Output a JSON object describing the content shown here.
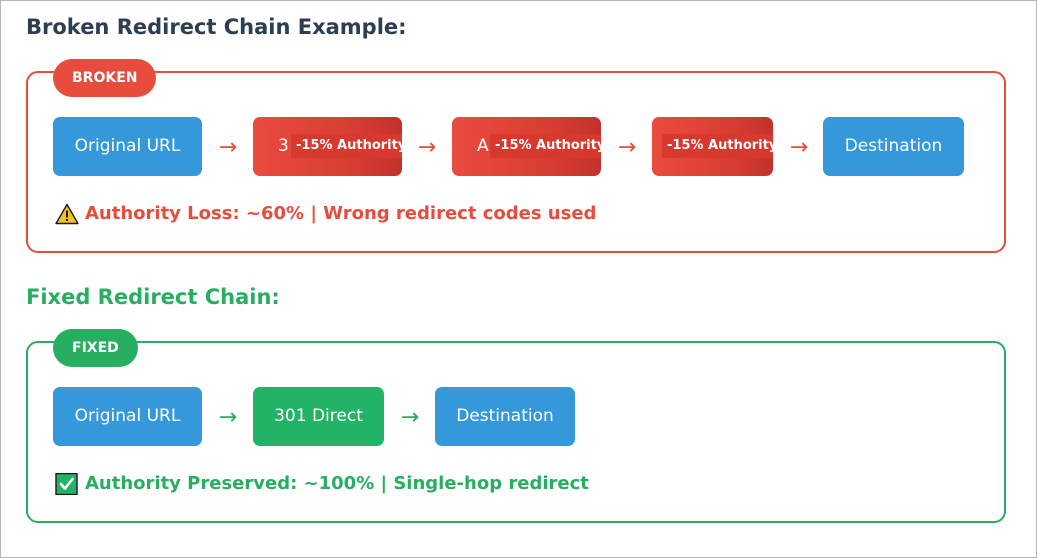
{
  "broken": {
    "heading": "Broken Redirect Chain Example:",
    "pill": "BROKEN",
    "nodes": [
      {
        "label": "Original URL"
      },
      {
        "label": "3",
        "badge": "-15% Authority"
      },
      {
        "label": "A",
        "badge": "-15% Authority"
      },
      {
        "label": "",
        "badge": "-15% Authority"
      },
      {
        "label": "Destination"
      }
    ],
    "arrow": "→",
    "status": "Authority Loss: ~60% | Wrong redirect codes used",
    "status_icon": "warning-icon"
  },
  "fixed": {
    "heading": "Fixed Redirect Chain:",
    "pill": "FIXED",
    "nodes": [
      {
        "label": "Original URL"
      },
      {
        "label": "301 Direct"
      },
      {
        "label": "Destination"
      }
    ],
    "arrow": "→",
    "status": "Authority Preserved: ~100% | Single-hop redirect",
    "status_icon": "check-mark-icon"
  },
  "colors": {
    "blue": "#3498db",
    "red": "#e74c3c",
    "green": "#27ae60",
    "heading": "#2c3e50"
  }
}
